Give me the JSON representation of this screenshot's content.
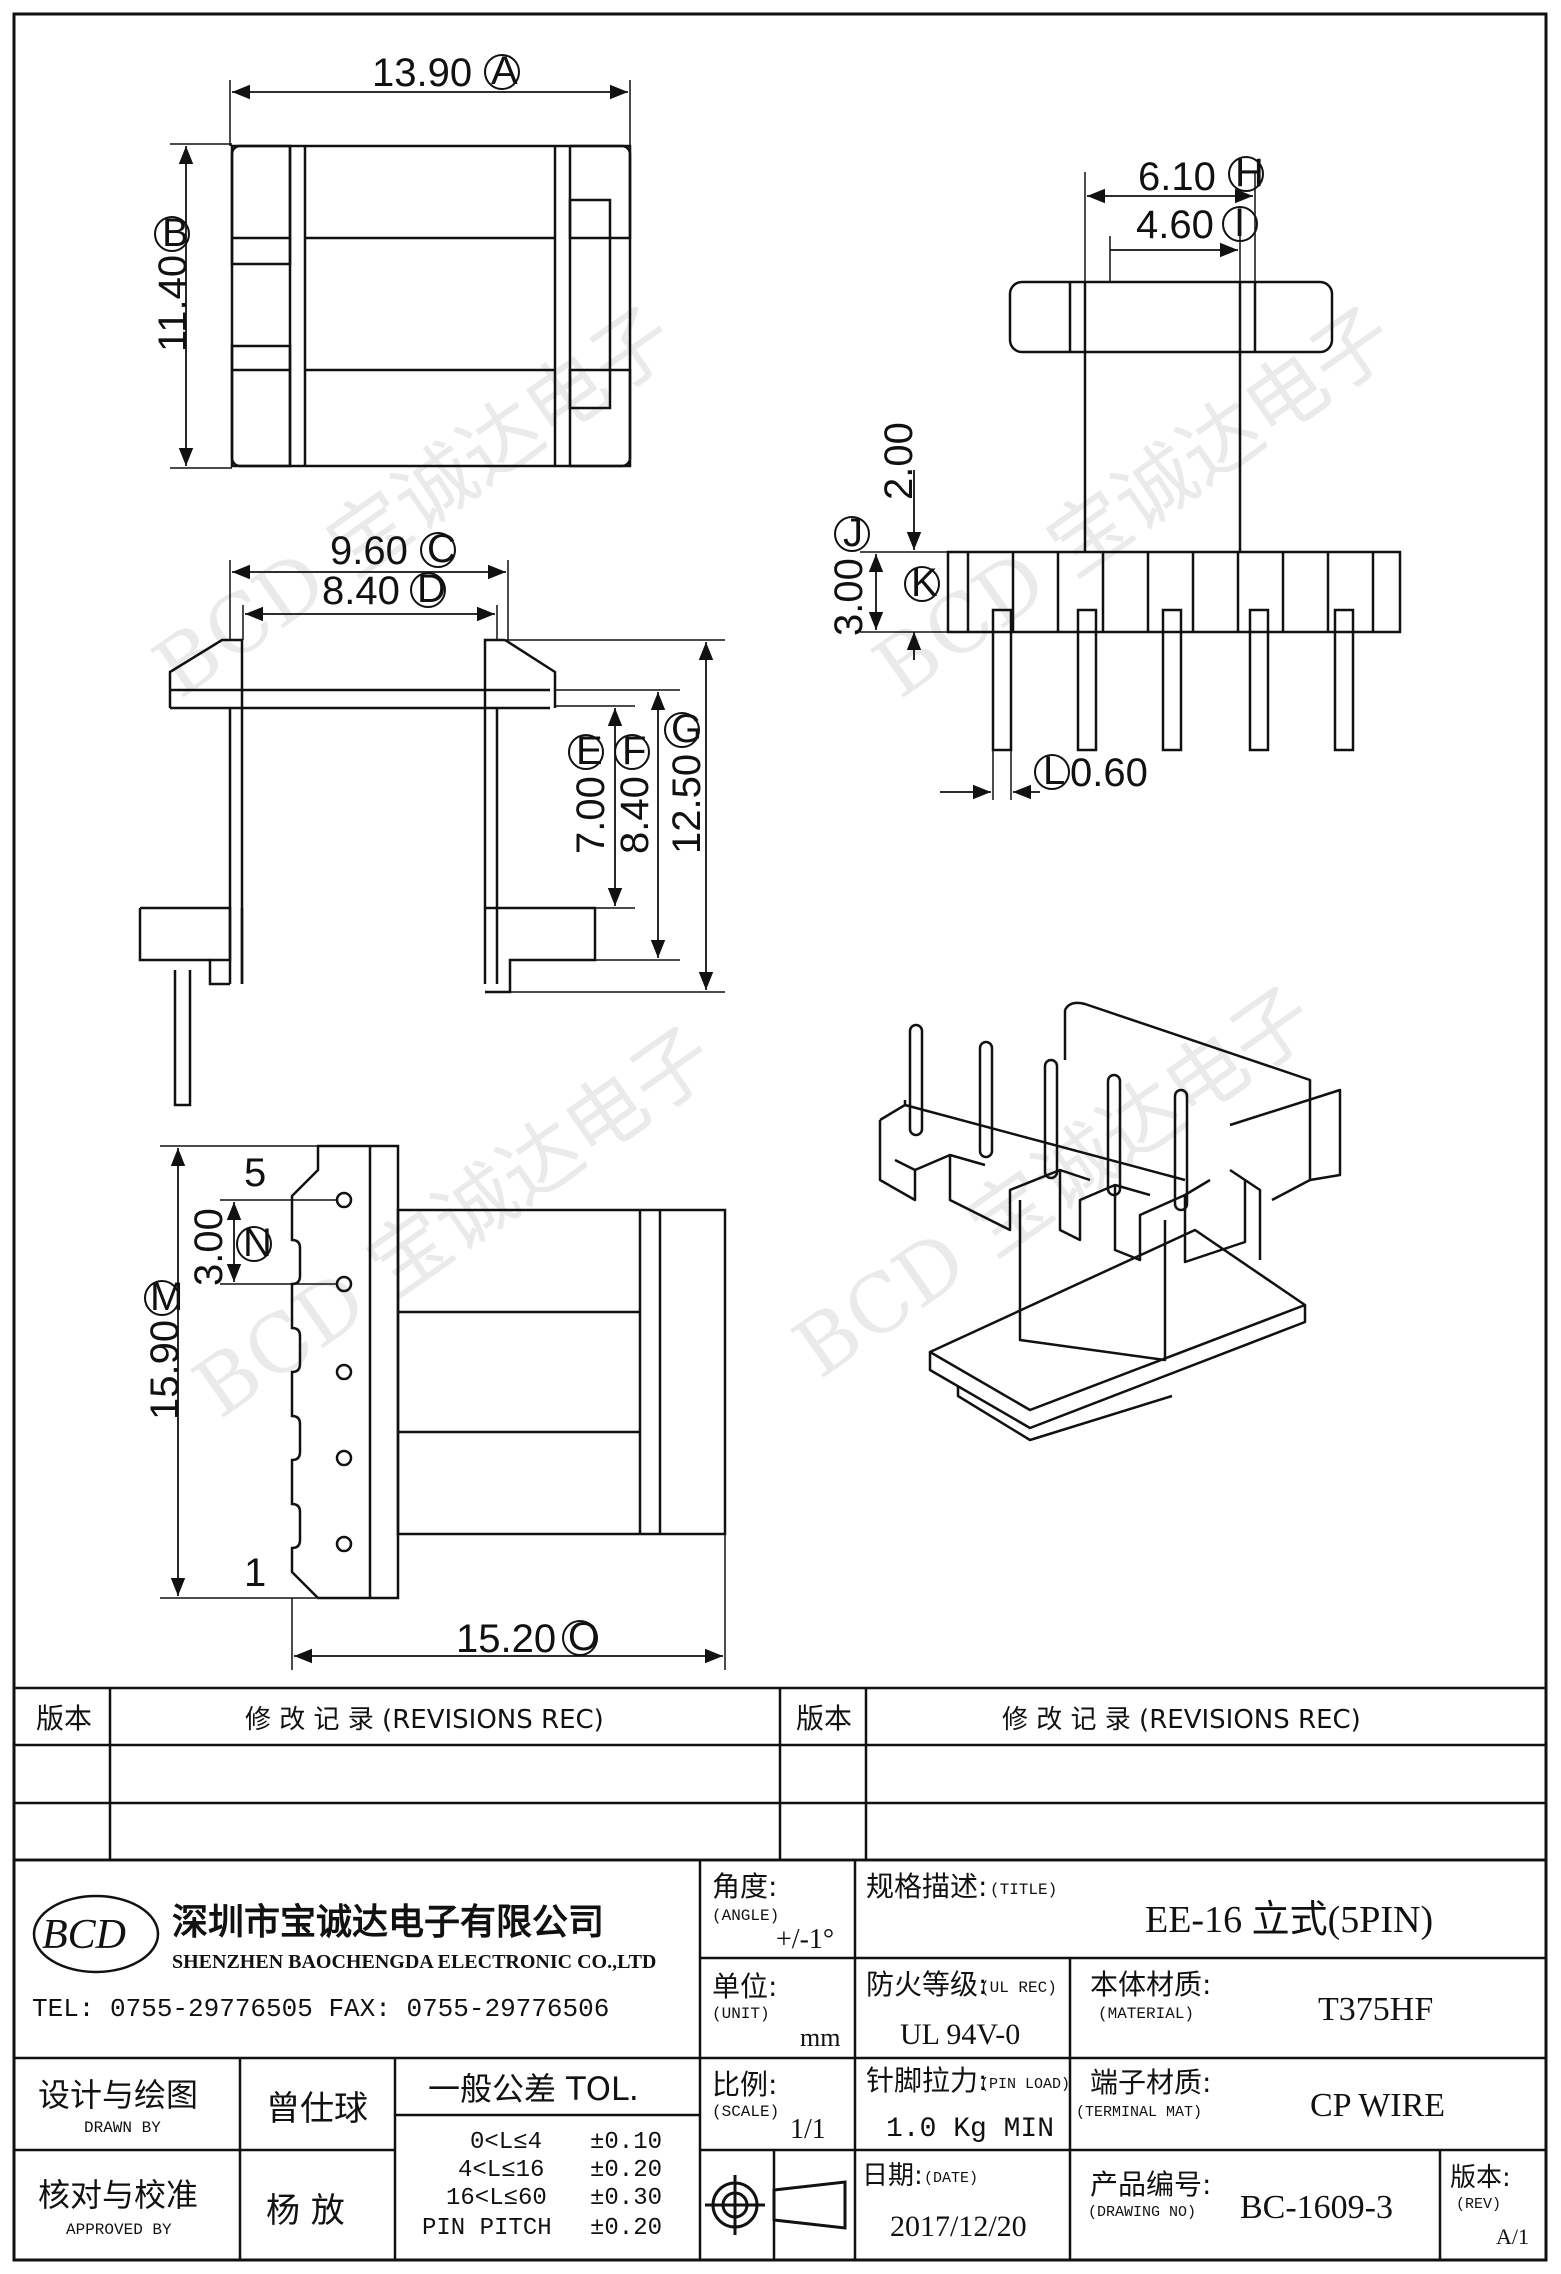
{
  "drawing": {
    "dims": {
      "A": {
        "value": "13.90",
        "letter": "A"
      },
      "B": {
        "value": "11.40",
        "letter": "B"
      },
      "C": {
        "value": "9.60",
        "letter": "C"
      },
      "D": {
        "value": "8.40",
        "letter": "D"
      },
      "E": {
        "value": "7.00",
        "letter": "E"
      },
      "F": {
        "value": "8.40",
        "letter": "F"
      },
      "G": {
        "value": "12.50",
        "letter": "G"
      },
      "H": {
        "value": "6.10",
        "letter": "H"
      },
      "I": {
        "value": "4.60",
        "letter": "I"
      },
      "J": {
        "value": "2.00",
        "letter": "J"
      },
      "K": {
        "value": "3.00",
        "letter": "K"
      },
      "L": {
        "value": "0.60",
        "letter": "L"
      },
      "M": {
        "value": "15.90",
        "letter": "M"
      },
      "N": {
        "value": "3.00",
        "letter": "N"
      },
      "O": {
        "value": "15.20",
        "letter": "O"
      }
    },
    "pin_labels": {
      "top": "5",
      "bottom": "1"
    },
    "watermark": "BCD 宝诚达电子"
  },
  "revisions": {
    "col_version": "版本",
    "col_record": "修  改  记  录  (REVISIONS REC)"
  },
  "company": {
    "logo": "BCD",
    "name_cn": "深圳市宝诚达电子有限公司",
    "name_en": "SHENZHEN BAOCHENGDA ELECTRONIC CO.,LTD",
    "tel": "TEL: 0755-29776505  FAX: 0755-29776506"
  },
  "title_block": {
    "angle_label": "角度:",
    "angle_label_en": "(ANGLE)",
    "angle_value": "+/-1°",
    "unit_label": "单位:",
    "unit_label_en": "(UNIT)",
    "unit_value": "mm",
    "scale_label": "比例:",
    "scale_label_en": "(SCALE)",
    "scale_value": "1/1",
    "title_label": "规格描述:",
    "title_label_en": "(TITLE)",
    "title_value": "EE-16 立式(5PIN)",
    "ul_label": "防火等级:",
    "ul_label_en": "(UL REC)",
    "ul_value": "UL 94V-0",
    "material_label": "本体材质:",
    "material_label_en": "(MATERIAL)",
    "material_value": "T375HF",
    "pinload_label": "针脚拉力:",
    "pinload_label_en": "(PIN LOAD)",
    "pinload_value": "1.0 Kg MIN",
    "terminal_label": "端子材质:",
    "terminal_label_en": "(TERMINAL MAT)",
    "terminal_value": "CP WIRE",
    "date_label": "日期:",
    "date_label_en": "(DATE)",
    "date_value": "2017/12/20",
    "drawing_no_label": "产品编号:",
    "drawing_no_label_en": "(DRAWING NO)",
    "drawing_no_value": "BC-1609-3",
    "rev_label": "版本:",
    "rev_label_en": "(REV)",
    "rev_value": "A/1",
    "drawn_label": "设计与绘图",
    "drawn_label_en": "DRAWN BY",
    "drawn_value": "曾仕球",
    "approved_label": "核对与校准",
    "approved_label_en": "APPROVED BY",
    "approved_value": "杨  放",
    "tol_title": "一般公差 TOL.",
    "tol_rows": [
      {
        "range": "0<L≤4",
        "value": "±0.10"
      },
      {
        "range": "4<L≤16",
        "value": "±0.20"
      },
      {
        "range": "16<L≤60",
        "value": "±0.30"
      },
      {
        "range": "PIN PITCH",
        "value": "±0.20"
      }
    ]
  }
}
